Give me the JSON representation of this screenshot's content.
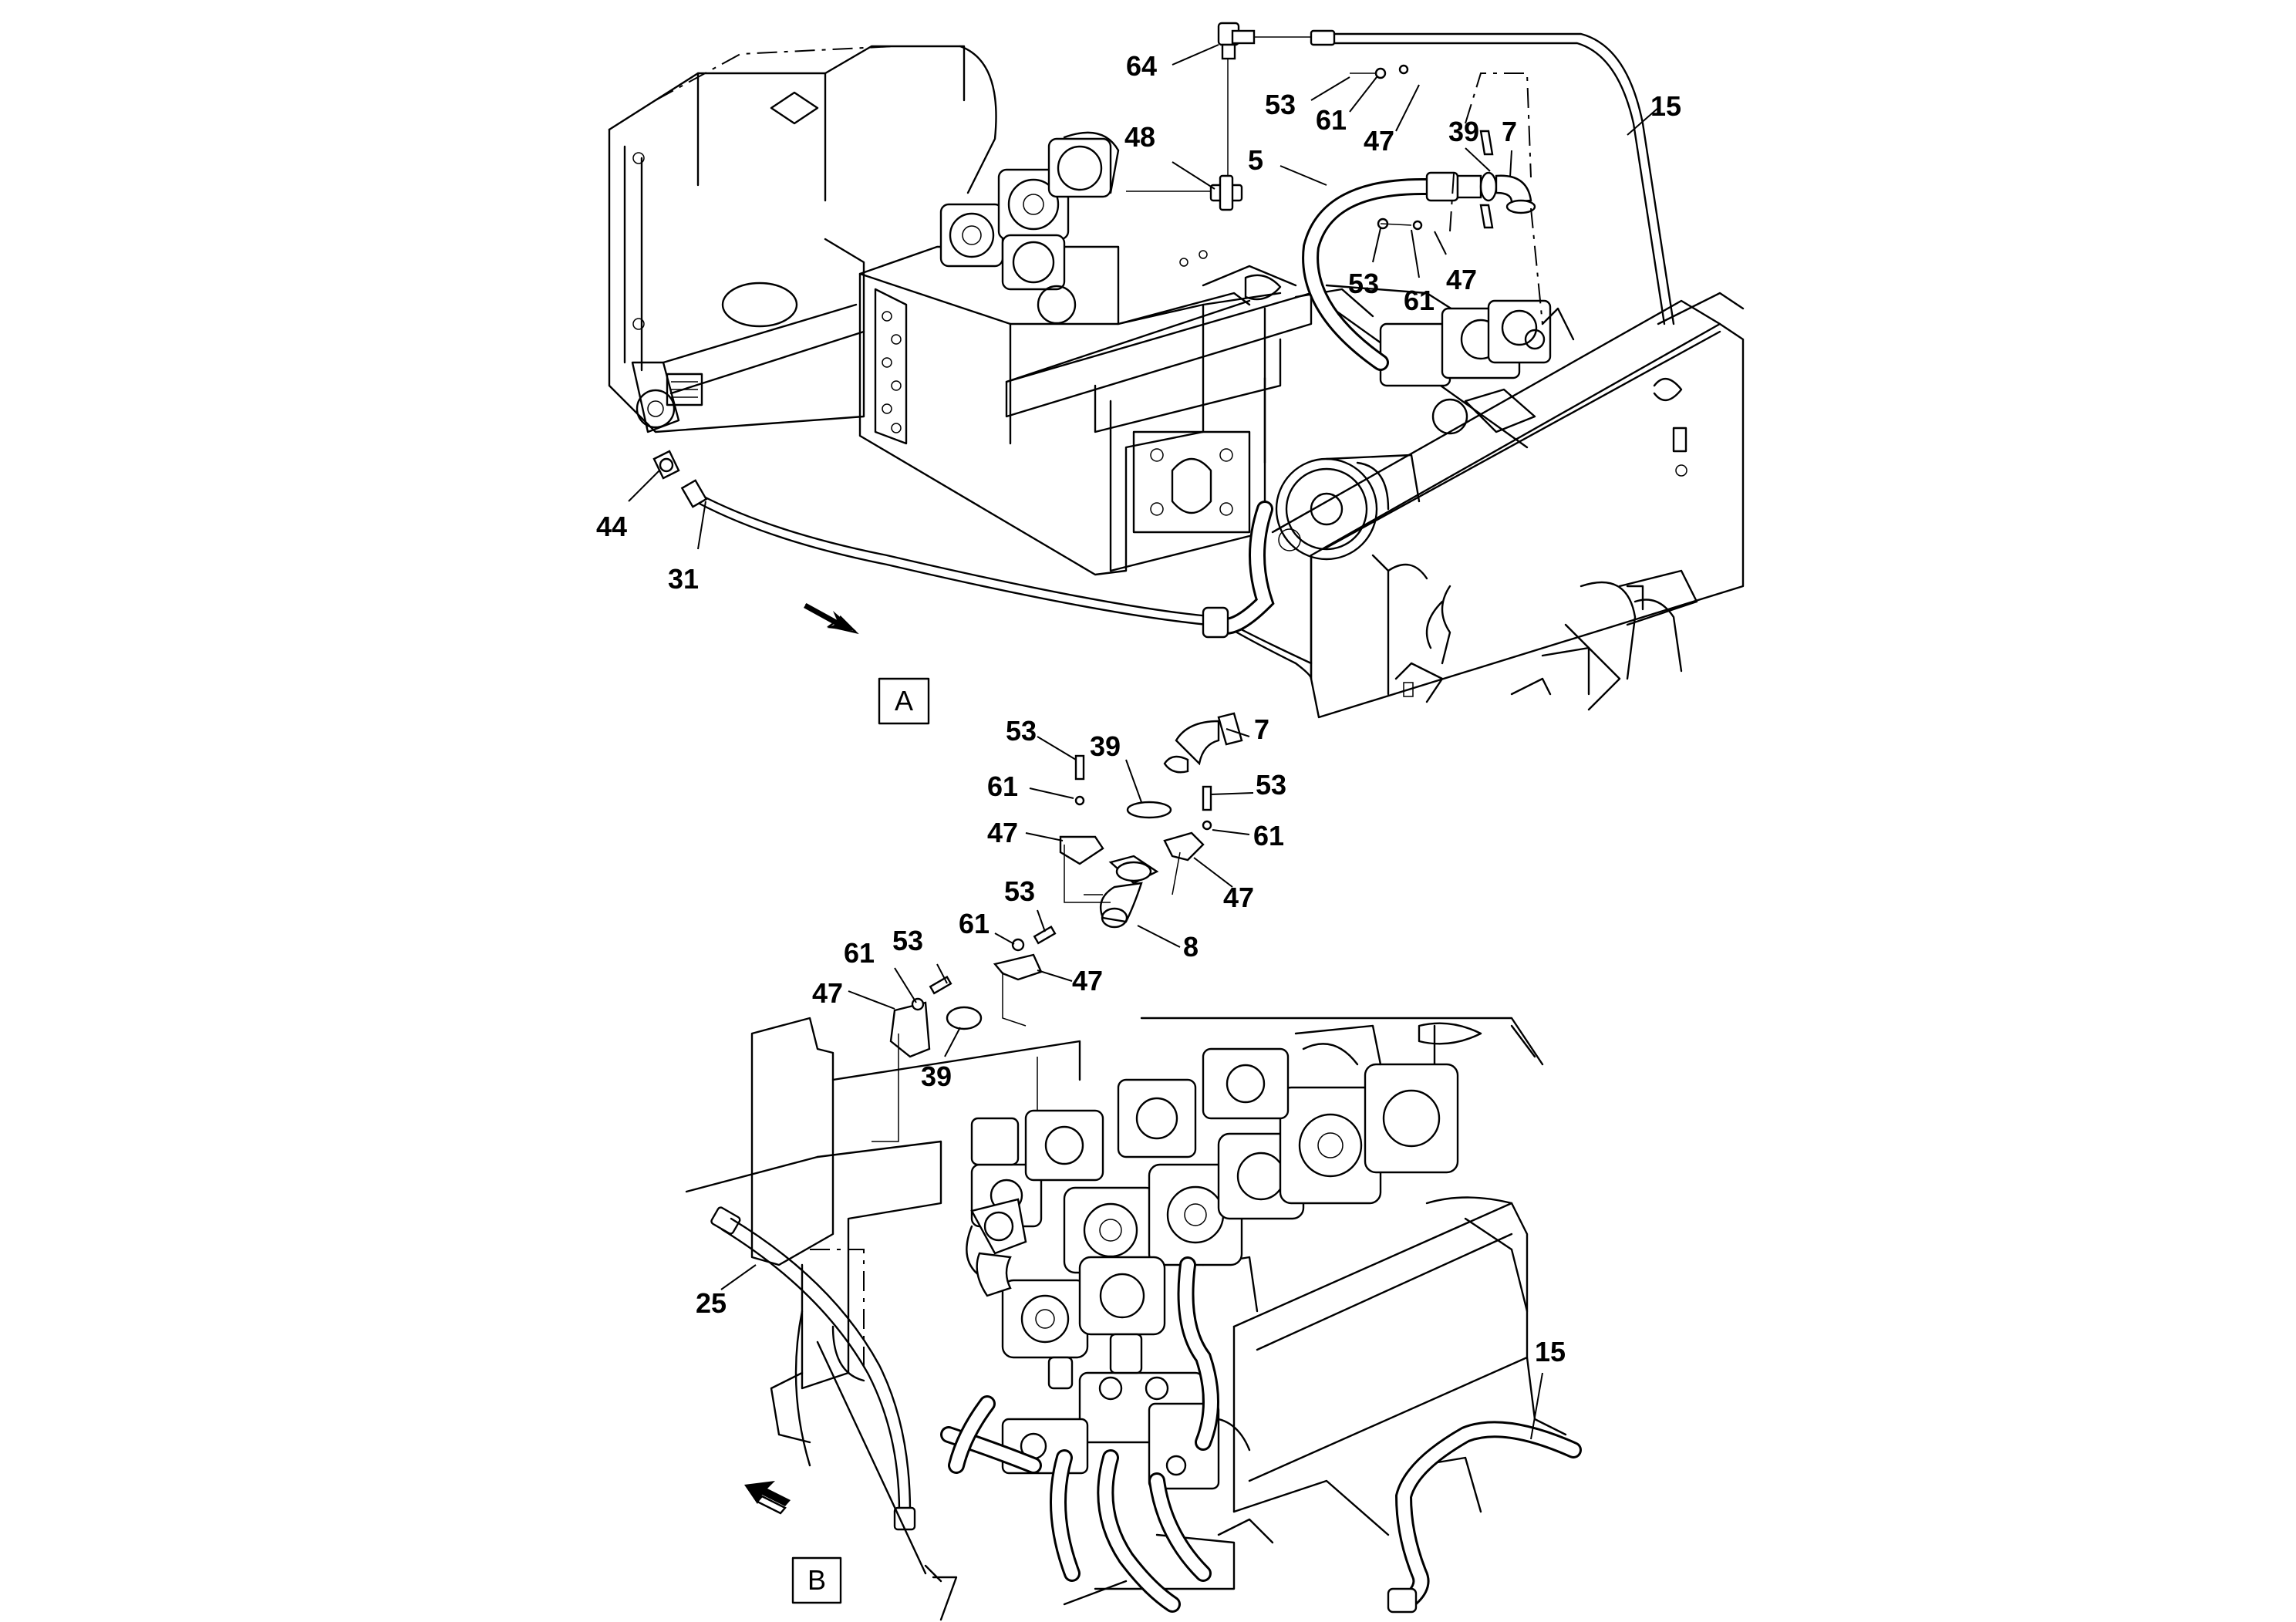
{
  "views": {
    "a": {
      "label": "A",
      "callouts": [
        {
          "id": "64",
          "text": "64"
        },
        {
          "id": "53a",
          "text": "53"
        },
        {
          "id": "61a",
          "text": "61"
        },
        {
          "id": "47a",
          "text": "47"
        },
        {
          "id": "15a",
          "text": "15"
        },
        {
          "id": "48",
          "text": "48"
        },
        {
          "id": "5",
          "text": "5"
        },
        {
          "id": "39a",
          "text": "39"
        },
        {
          "id": "7a",
          "text": "7"
        },
        {
          "id": "53b",
          "text": "53"
        },
        {
          "id": "61b",
          "text": "61"
        },
        {
          "id": "47b",
          "text": "47"
        },
        {
          "id": "44",
          "text": "44"
        },
        {
          "id": "31",
          "text": "31"
        }
      ]
    },
    "b": {
      "label": "B",
      "callouts": [
        {
          "id": "53c",
          "text": "53"
        },
        {
          "id": "39b",
          "text": "39"
        },
        {
          "id": "7b",
          "text": "7"
        },
        {
          "id": "61c",
          "text": "61"
        },
        {
          "id": "53d",
          "text": "53"
        },
        {
          "id": "47c",
          "text": "47"
        },
        {
          "id": "61d",
          "text": "61"
        },
        {
          "id": "47d",
          "text": "47"
        },
        {
          "id": "53e",
          "text": "53"
        },
        {
          "id": "8",
          "text": "8"
        },
        {
          "id": "61e",
          "text": "61"
        },
        {
          "id": "53f",
          "text": "53"
        },
        {
          "id": "61f",
          "text": "61"
        },
        {
          "id": "47e",
          "text": "47"
        },
        {
          "id": "47f",
          "text": "47"
        },
        {
          "id": "39c",
          "text": "39"
        },
        {
          "id": "25",
          "text": "25"
        },
        {
          "id": "15b",
          "text": "15"
        }
      ]
    }
  },
  "icons": {
    "arrow_a": "direction-arrow-icon",
    "arrow_b": "direction-arrow-icon"
  },
  "colors": {
    "line": "#000000",
    "background": "#ffffff"
  }
}
